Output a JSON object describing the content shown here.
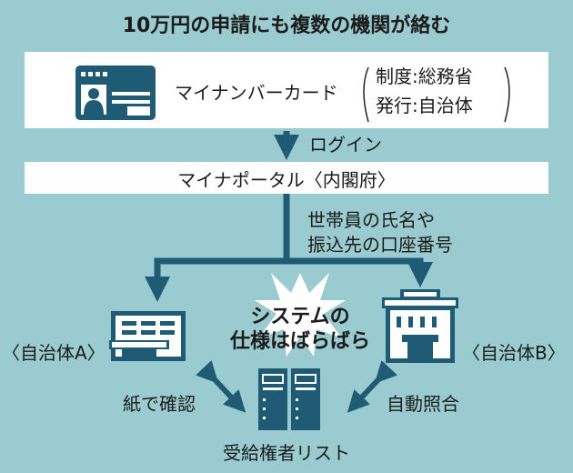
{
  "title": "10万円の申請にも複数の機関が絡む",
  "card": {
    "label": "マイナンバーカード",
    "note_line1": "制度:総務省",
    "note_line2": "発行:自治体"
  },
  "login_label": "ログイン",
  "portal_label": "マイナポータル〈内閣府〉",
  "transfer": {
    "line1": "世帯員の氏名や",
    "line2": "振込先の口座番号"
  },
  "municipality_a": "〈自治体A〉",
  "municipality_b": "〈自治体B〉",
  "burst": {
    "line1": "システムの",
    "line2": "仕様はばらばら"
  },
  "paper_check": "紙で確認",
  "auto_match": "自動照合",
  "recipient_list": "受給権者リスト",
  "colors": {
    "background": "#9acbd0",
    "dark": "#1f5b75"
  }
}
